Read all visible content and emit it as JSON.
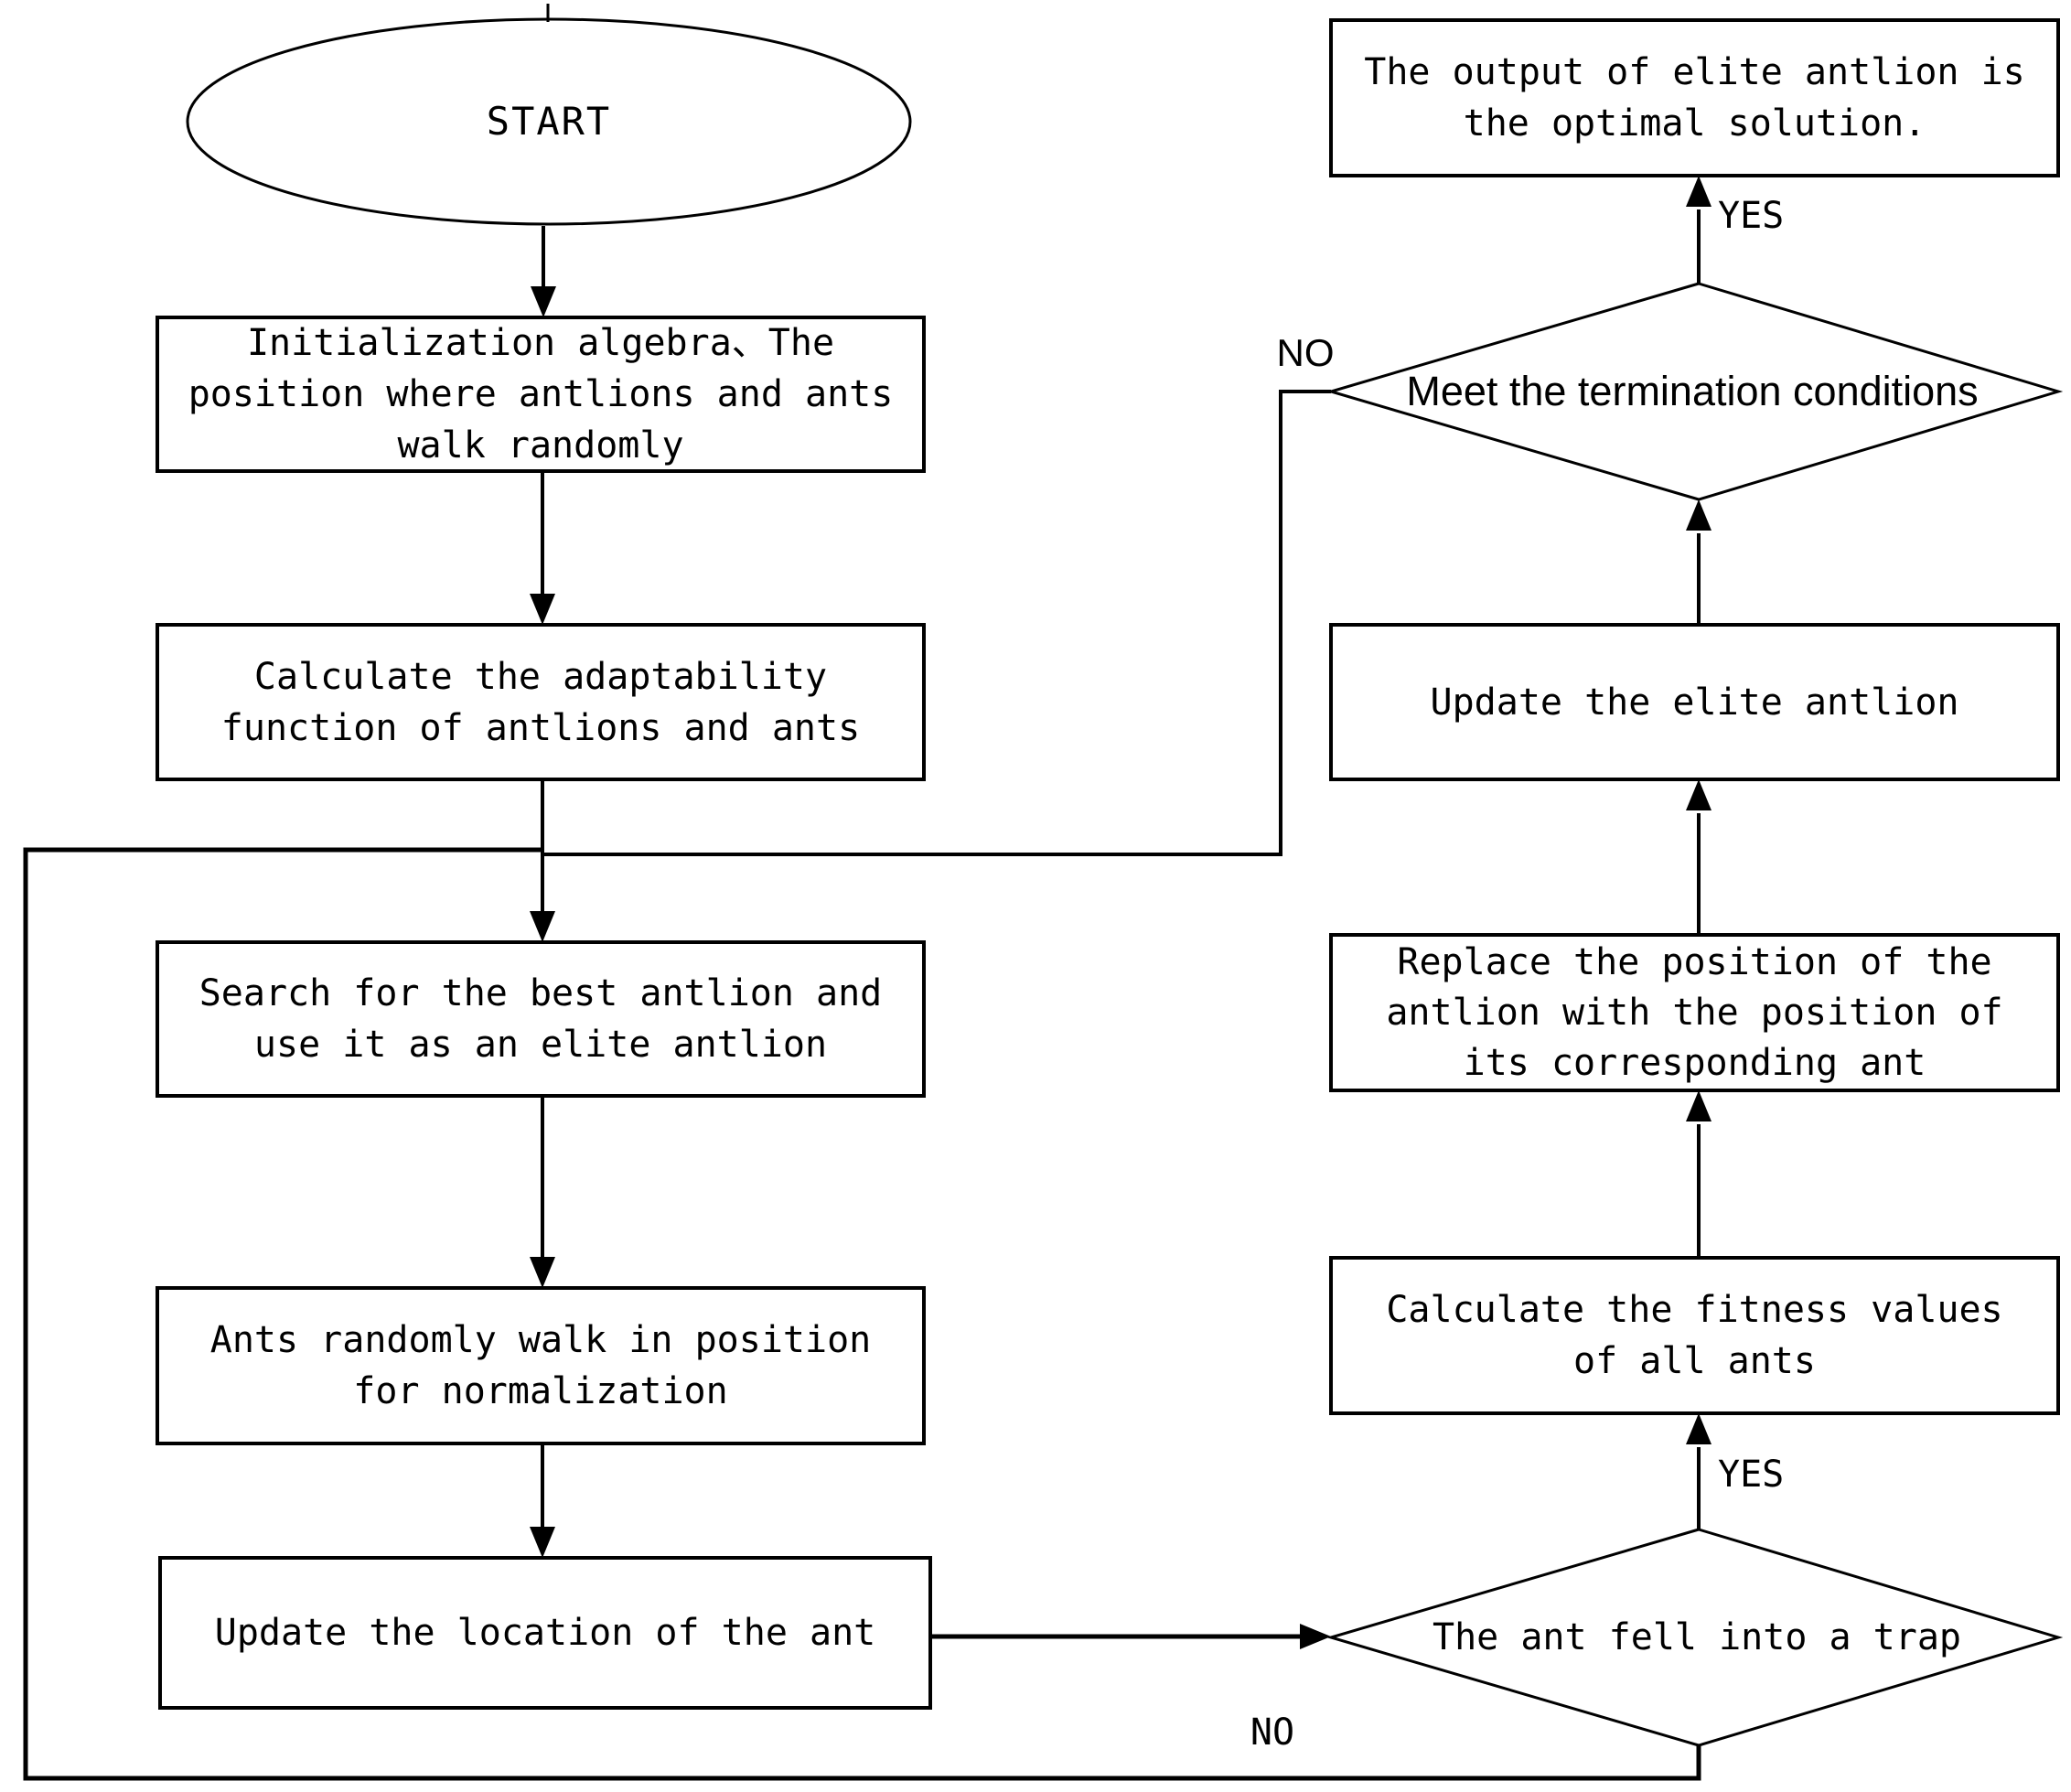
{
  "colors": {
    "stroke": "#000000",
    "text": "#000000",
    "background": "#ffffff"
  },
  "nodes": {
    "start": {
      "type": "terminator",
      "label": "START"
    },
    "init": {
      "type": "process",
      "lines": [
        "Initialization algebra、The",
        "position where antlions and ants",
        "walk randomly"
      ]
    },
    "calc_adaptability": {
      "type": "process",
      "lines": [
        "Calculate the adaptability",
        "function of antlions and ants"
      ]
    },
    "search_elite": {
      "type": "process",
      "lines": [
        "Search for the best antlion and",
        "use it as an elite antlion"
      ]
    },
    "random_walk": {
      "type": "process",
      "lines": [
        "Ants randomly walk in position",
        "for normalization"
      ]
    },
    "update_location": {
      "type": "process",
      "lines": [
        "Update the location of the ant"
      ]
    },
    "trap_decision": {
      "type": "decision",
      "lines": [
        "The ant fell into a trap"
      ]
    },
    "calc_fitness": {
      "type": "process",
      "lines": [
        "Calculate the fitness values",
        "of all ants"
      ]
    },
    "replace_position": {
      "type": "process",
      "lines": [
        "Replace the position of the",
        "antlion with the position of",
        "its corresponding ant"
      ]
    },
    "update_elite": {
      "type": "process",
      "lines": [
        "Update the elite antlion"
      ]
    },
    "termination_decision": {
      "type": "decision",
      "lines": [
        "Meet the termination conditions"
      ]
    },
    "output": {
      "type": "process",
      "lines": [
        "The output of elite antlion is",
        "the optimal solution."
      ]
    }
  },
  "edge_labels": {
    "termination_yes": "YES",
    "termination_no": "NO",
    "trap_yes": "YES",
    "trap_no": "NO"
  }
}
